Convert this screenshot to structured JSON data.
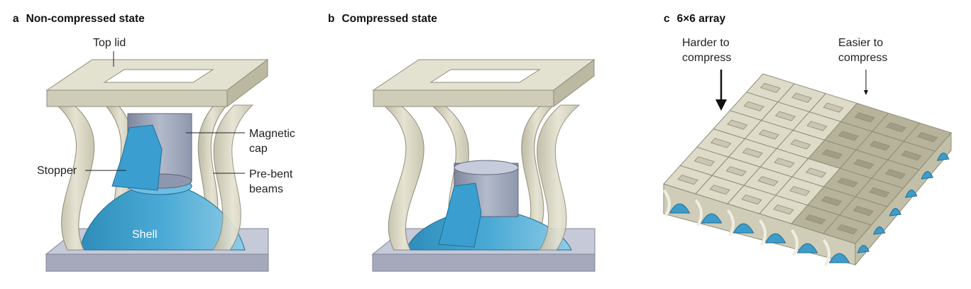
{
  "panels": {
    "a": {
      "letter": "a",
      "title": "Non-compressed state"
    },
    "b": {
      "letter": "b",
      "title": "Compressed state"
    },
    "c": {
      "letter": "c",
      "title": "6×6 array"
    }
  },
  "labels": {
    "top_lid": "Top lid",
    "magnetic_cap_1": "Magnetic",
    "magnetic_cap_2": "cap",
    "stopper": "Stopper",
    "pre_bent_1": "Pre-bent",
    "pre_bent_2": "beams",
    "shell": "Shell",
    "harder_1": "Harder to",
    "harder_2": "compress",
    "easier_1": "Easier to",
    "easier_2": "compress"
  },
  "colors": {
    "lid": "#dcdac8",
    "lid_shadow": "#b9b7a3",
    "beam": "#d6d3bf",
    "shell_blue": "#3d9cc9",
    "shell_light": "#9fd3ea",
    "cap_gray": "#9aa3b8",
    "base": "#b3b6c8",
    "array_light": "#dedcc9",
    "array_dark": "#b7b39a"
  },
  "array": {
    "rows": 6,
    "cols": 6
  }
}
